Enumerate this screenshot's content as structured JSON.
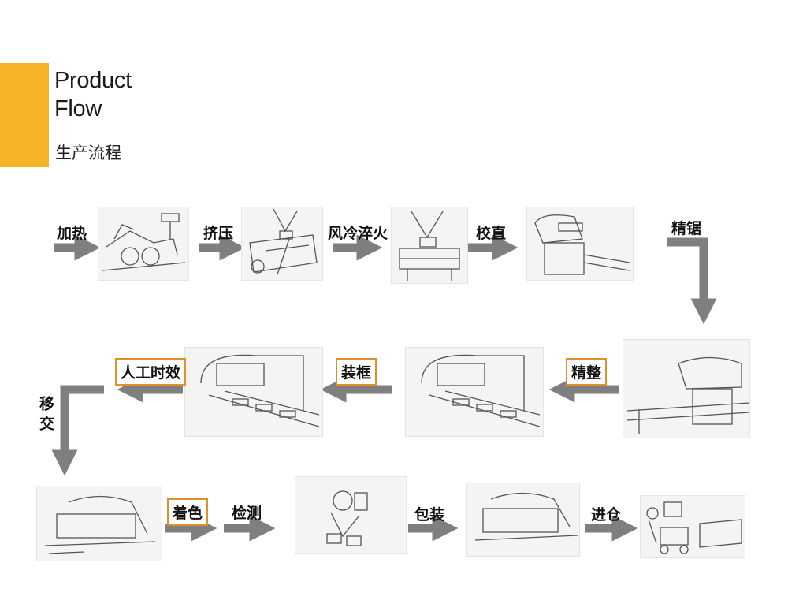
{
  "header": {
    "title_line1": "Product",
    "title_line2": "Flow",
    "subtitle": "生产流程",
    "accent_color": "#F5B428"
  },
  "arrow_color": "#7f7f7f",
  "label_border_color": "#E0902A",
  "steps": {
    "heating": "加热",
    "extrusion": "挤压",
    "quenching": "风冷淬火",
    "straightening": "校直",
    "precision_sawing": "精锯",
    "finishing": "精整",
    "framing": "装框",
    "artificial_aging": "人工时效",
    "transfer": "移交",
    "coloring": "着色",
    "inspection": "检测",
    "packaging": "包装",
    "warehousing": "进仓"
  }
}
